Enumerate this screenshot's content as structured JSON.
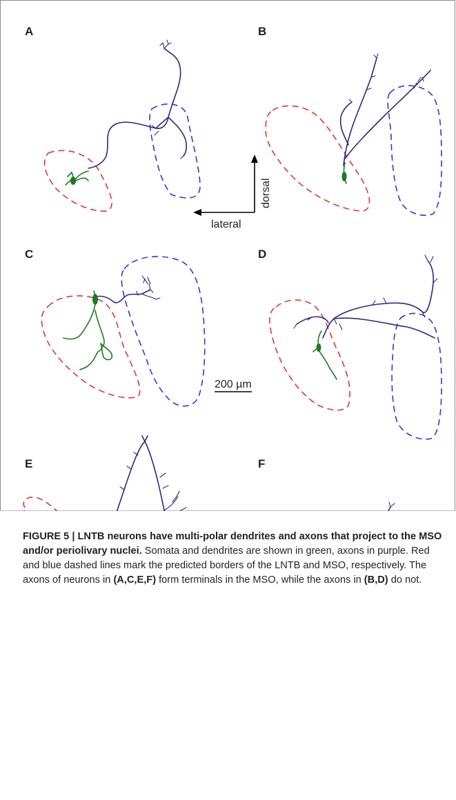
{
  "figure": {
    "panels": [
      "A",
      "B",
      "C",
      "D",
      "E",
      "F"
    ],
    "orientation": {
      "vertical_label": "dorsal",
      "horizontal_label": "lateral"
    },
    "scale_bar_label": "200 µm",
    "colors": {
      "lntb_border": "#e8322f",
      "mso_border": "#3333e6",
      "dendrites": "#1e7a1e",
      "axons": "#2e2580"
    }
  },
  "caption": {
    "title": "FIGURE 5 | LNTB neurons have multi-polar dendrites and axons that project to the MSO and/or periolivary nuclei.",
    "text_1": " Somata and dendrites are shown in green, axons in purple. Red and blue dashed lines mark the predicted borders of the LNTB and MSO, respectively. The axons of neurons in ",
    "ref_1": "(A,C,E,F)",
    "text_2": " form terminals in the MSO, while the axons in ",
    "ref_2": "(B,D)",
    "text_3": " do not."
  }
}
